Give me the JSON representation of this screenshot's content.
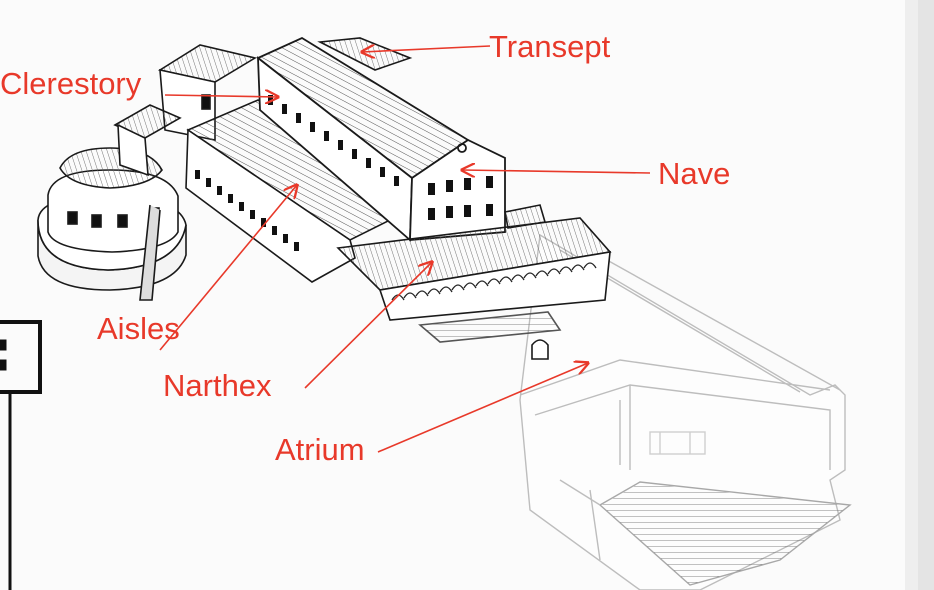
{
  "labels": {
    "transept": "Transept",
    "clerestory": "Clerestory",
    "nave": "Nave",
    "aisles": "Aisles",
    "narthex": "Narthex",
    "atrium": "Atrium"
  },
  "colors": {
    "label": "#e8392a",
    "ink": "#1a1a1a",
    "paper": "#fbfbfb"
  }
}
